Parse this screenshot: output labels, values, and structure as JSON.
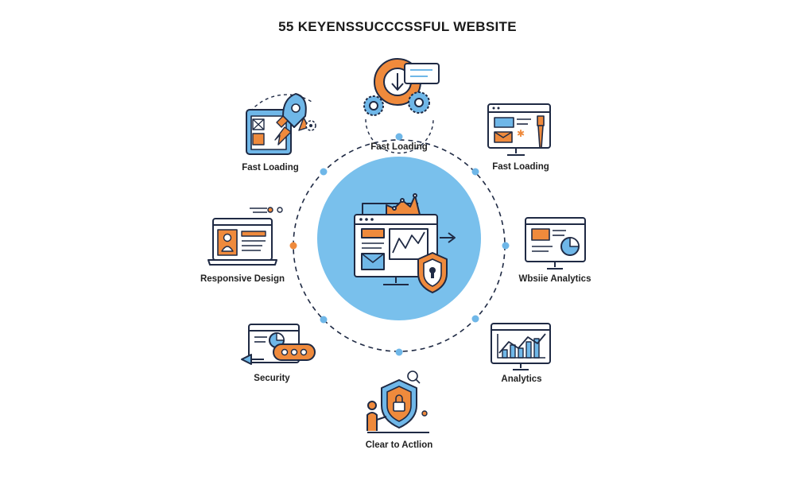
{
  "title": "55 KEYENSSUCCCSSFUL WEBSITE",
  "colors": {
    "accent_blue": "#6fb7e8",
    "accent_orange": "#ef8a3c",
    "outline": "#1f2a44",
    "center_fill": "#79c0ec"
  },
  "center": {
    "icon": "website-analytics-shield-icon"
  },
  "nodes": [
    {
      "label": "Fast Loading",
      "icon": "gear-refresh-icon"
    },
    {
      "label": "Fast Loading",
      "icon": "website-paintbrush-icon"
    },
    {
      "label": "Wbsiie Analytics",
      "icon": "analytics-pie-monitor-icon"
    },
    {
      "label": "Analytics",
      "icon": "line-chart-monitor-icon"
    },
    {
      "label": "Clear to Actlion",
      "icon": "person-shield-lock-icon"
    },
    {
      "label": "Security",
      "icon": "browser-dots-icon"
    },
    {
      "label": "Responsive Design",
      "icon": "laptop-profile-icon"
    },
    {
      "label": "Fast Loading",
      "icon": "rocket-tablet-icon"
    }
  ]
}
